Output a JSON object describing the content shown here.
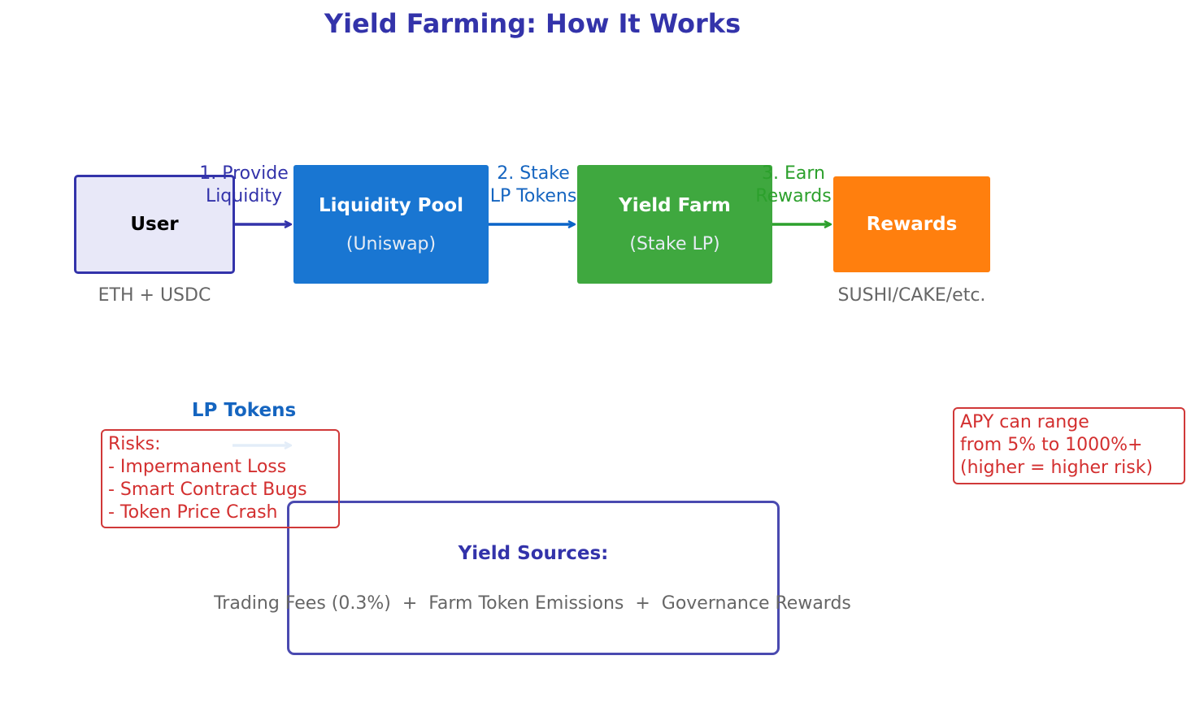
{
  "title": "Yield Farming: How It Works",
  "nodes": {
    "user": {
      "label": "User",
      "caption": "ETH + USDC"
    },
    "pool": {
      "label": "Liquidity Pool",
      "sub": "(Uniswap)"
    },
    "farm": {
      "label": "Yield Farm",
      "sub": "(Stake LP)"
    },
    "rewards": {
      "label": "Rewards",
      "caption": "SUSHI/CAKE/etc."
    }
  },
  "steps": {
    "s1": [
      "1. Provide",
      "Liquidity"
    ],
    "s2": [
      "2. Stake",
      "LP Tokens"
    ],
    "s3": [
      "3. Earn",
      "Rewards"
    ]
  },
  "lp_tokens_label": "LP Tokens",
  "risks": {
    "title": "Risks:",
    "items": [
      "- Impermanent Loss",
      "- Smart Contract Bugs",
      "- Token Price Crash"
    ]
  },
  "apy_note": [
    "APY can range",
    "from 5% to 1000%+",
    "(higher = higher risk)"
  ],
  "yield_sources": {
    "title": "Yield Sources:",
    "line": "Trading Fees (0.3%)  +  Farm Token Emissions  +  Governance Rewards"
  },
  "colors": {
    "title": "#3333aa",
    "user_fill": "#e8e8f8",
    "pool_fill": "#1976d2",
    "farm_fill": "#3fa83f",
    "rewards_fill": "#ff7f0e",
    "step1": "#3333aa",
    "step2": "#1565c0",
    "step3": "#2ca02c",
    "risk": "#d32f2f"
  }
}
